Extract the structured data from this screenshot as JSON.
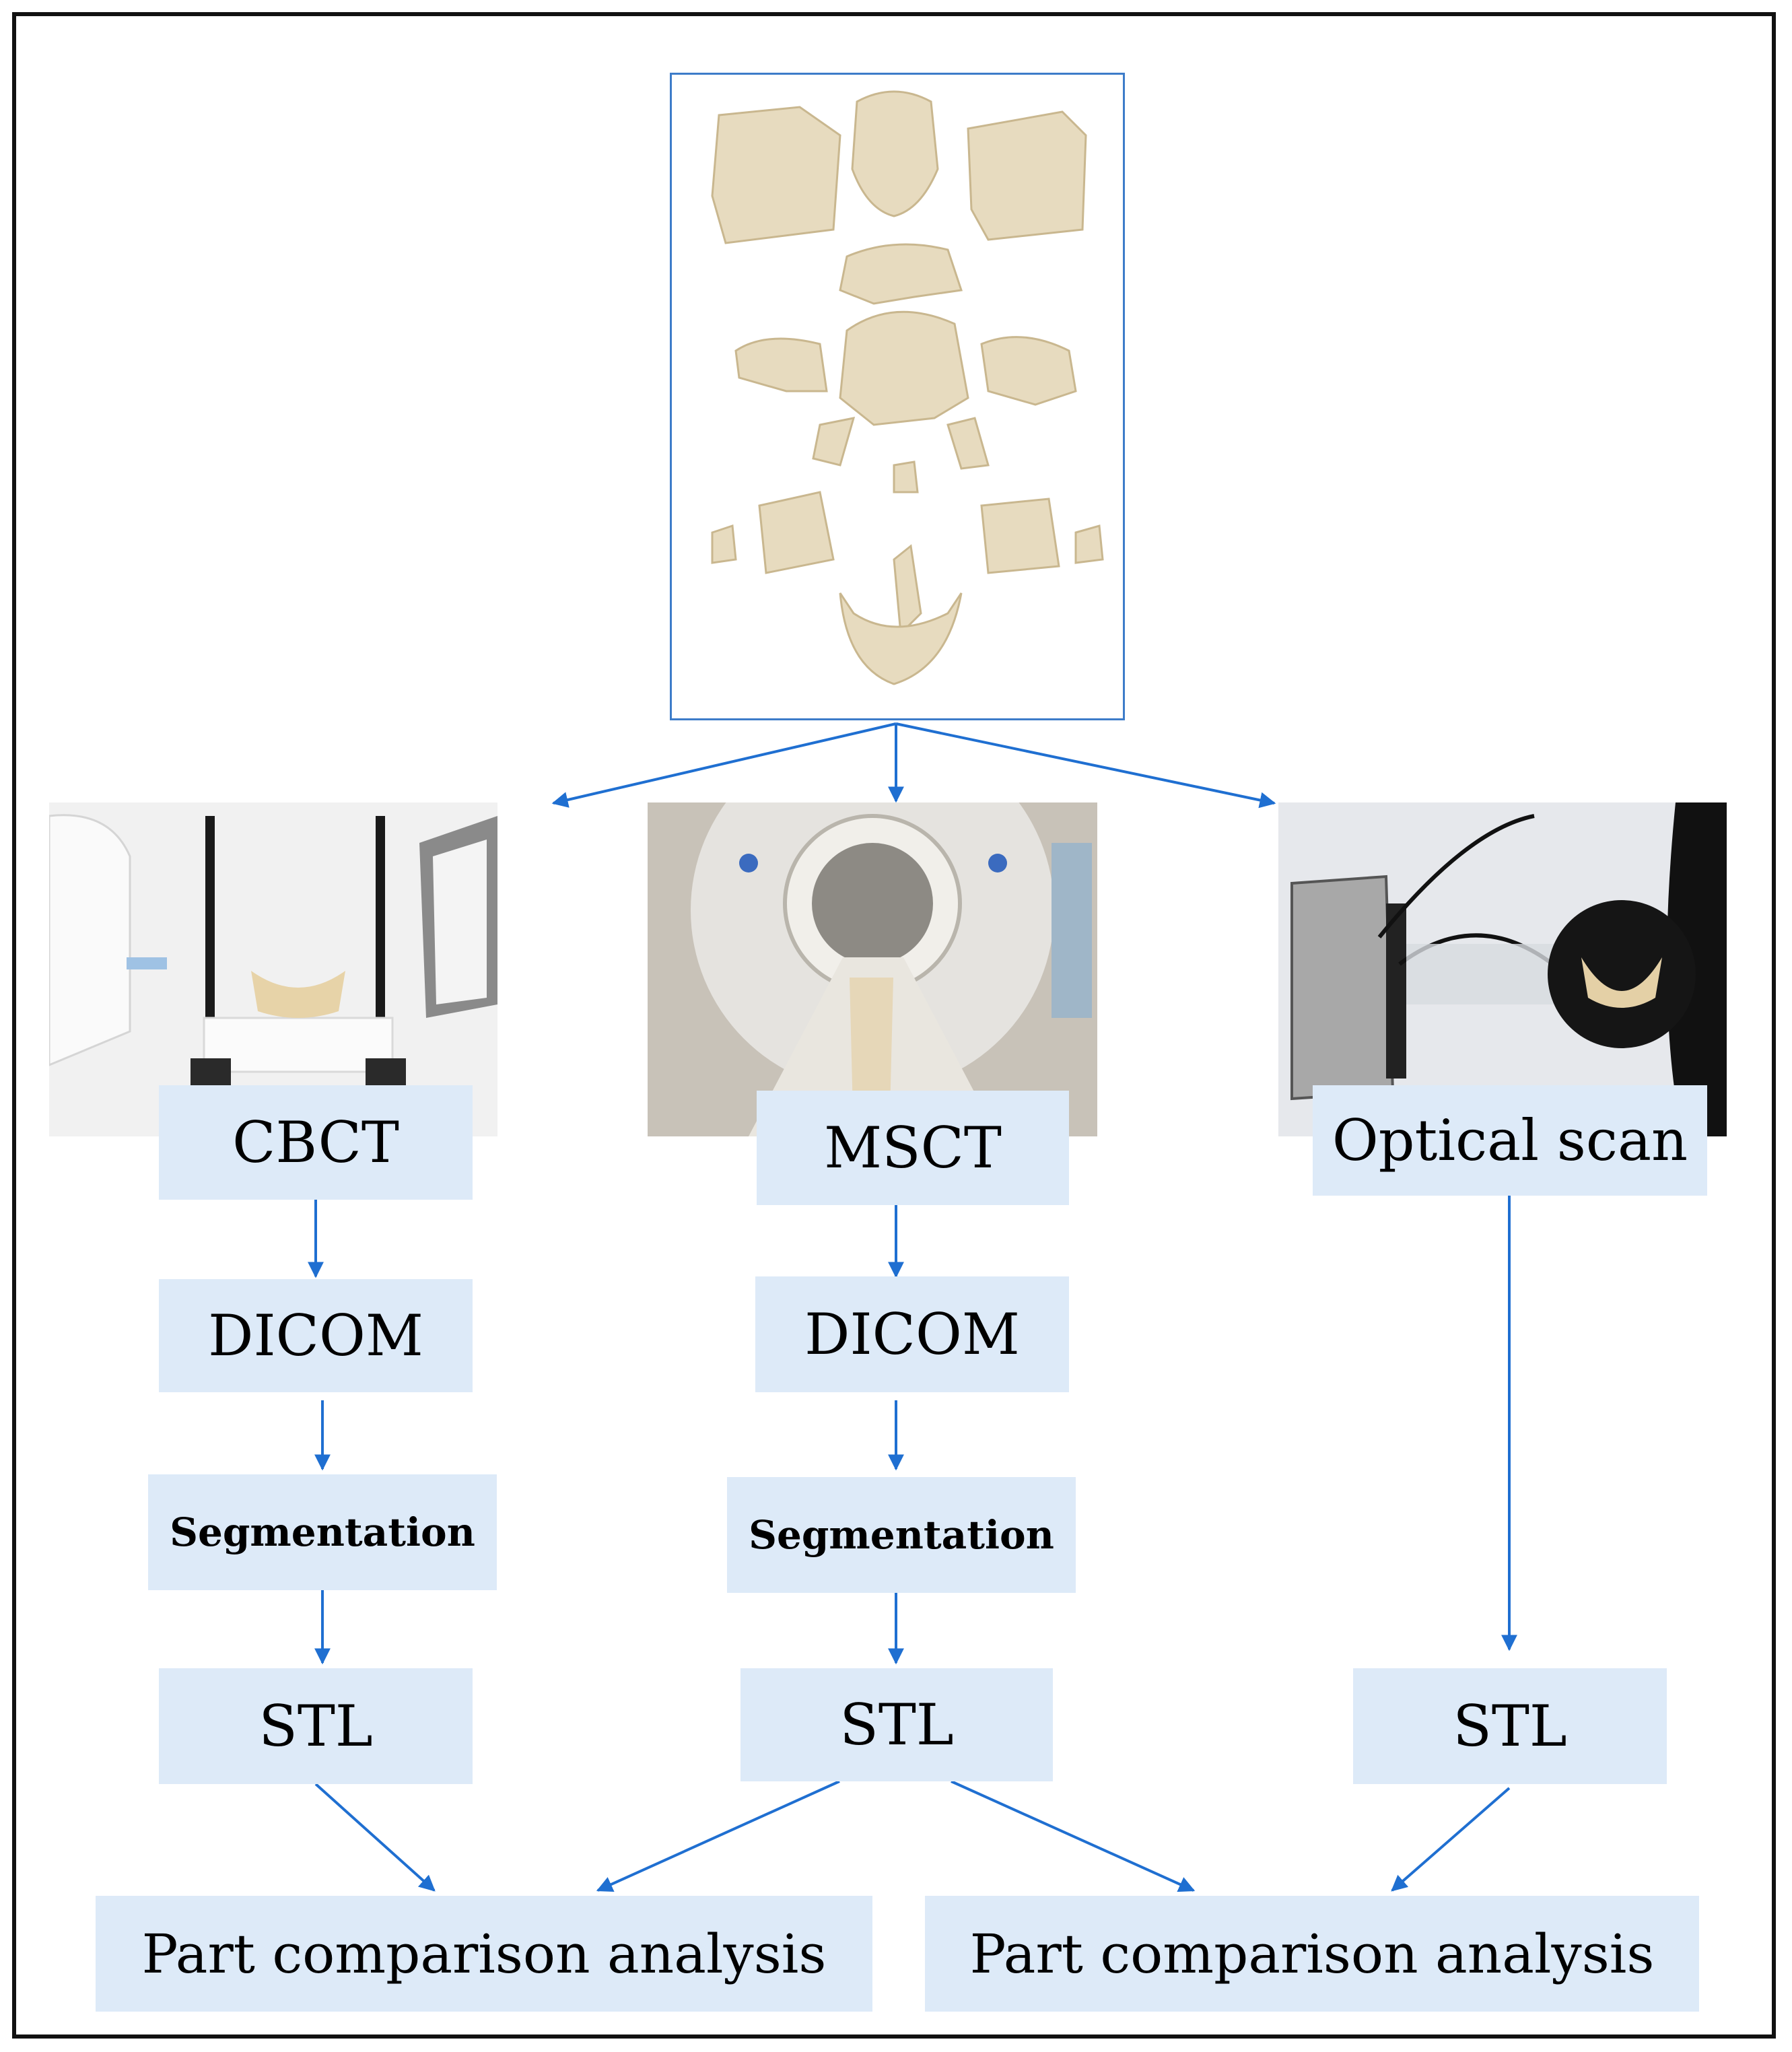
{
  "nodes": {
    "cbct": "CBCT",
    "msct": "MSCT",
    "optical": "Optical scan",
    "dicom_cbct": "DICOM",
    "dicom_msct": "DICOM",
    "seg_cbct": "Segmentation",
    "seg_msct": "Segmentation",
    "stl_cbct": "STL",
    "stl_msct": "STL",
    "stl_optical": "STL",
    "compare_left": "Part comparison analysis",
    "compare_right": "Part comparison analysis"
  },
  "colors": {
    "node_fill": "#ddeaf8",
    "arrow": "#1f6fd1",
    "bone": "#e8dcc0",
    "frame": "#111111"
  }
}
